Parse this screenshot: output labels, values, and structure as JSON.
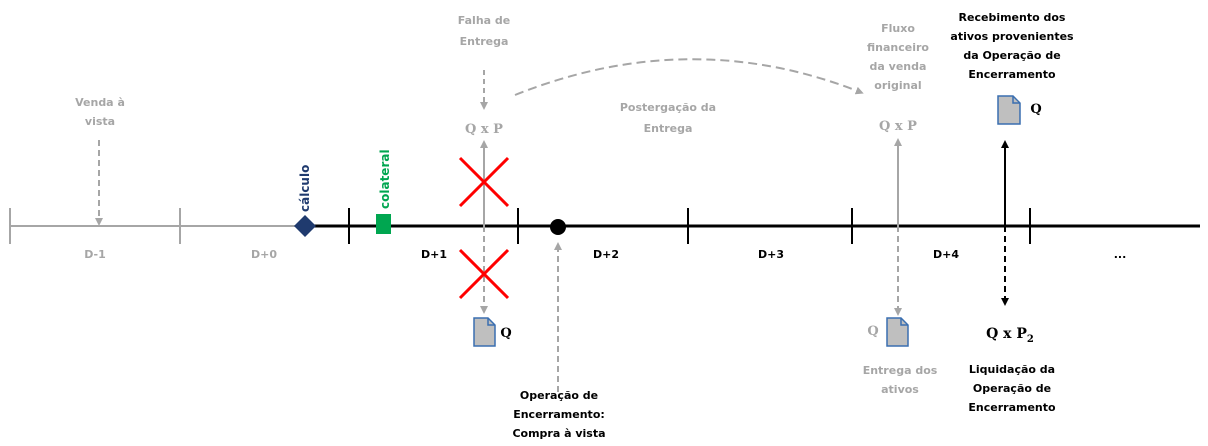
{
  "periods": {
    "d_minus_1": "D-1",
    "d0": "D+0",
    "d1": "D+1",
    "d2": "D+2",
    "d3": "D+3",
    "d4": "D+4",
    "more": "..."
  },
  "markers": {
    "calculo": "cálculo",
    "colateral": "colateral"
  },
  "labels": {
    "venda_vista": [
      "Venda à",
      "vista"
    ],
    "falha_entrega": [
      "Falha de",
      "Entrega"
    ],
    "postergacao": [
      "Postergação da",
      "Entrega"
    ],
    "fluxo_financeiro": [
      "Fluxo",
      "financeiro",
      "da venda",
      "original"
    ],
    "recebimento": [
      "Recebimento dos",
      "ativos provenientes",
      "da Operação de",
      "Encerramento"
    ],
    "operacao_encerramento": [
      "Operação de",
      "Encerramento:",
      "Compra à vista"
    ],
    "entrega_ativos": [
      "Entrega dos",
      "ativos"
    ],
    "liquidacao": [
      "Liquidação da",
      "Operação de",
      "Encerramento"
    ]
  },
  "formulas": {
    "qxp_d1": "Q x P",
    "qxp_d4": "Q x P",
    "q_d1": "Q",
    "q_entrega": "Q",
    "q_recebimento": "Q",
    "qxp2_main": "Q x P",
    "qxp2_sub": "2"
  },
  "colors": {
    "timeline_black": "#000000",
    "timeline_gray": "#a6a6a6",
    "calculo": "#1f3a6e",
    "colateral": "#00a650",
    "cross": "#ff0000",
    "doc_fill": "#bfbfbf",
    "doc_stroke": "#3a6fb0"
  }
}
